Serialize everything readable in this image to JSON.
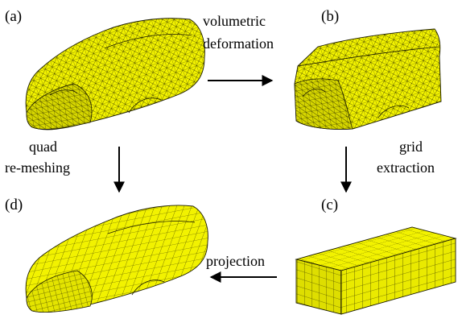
{
  "panels": {
    "a": "(a)",
    "b": "(b)",
    "c": "(c)",
    "d": "(d)"
  },
  "steps": {
    "deform_line1": "volumetric",
    "deform_line2": "deformation",
    "quad_line1": "quad",
    "quad_line2": "re-meshing",
    "grid_line1": "grid",
    "grid_line2": "extraction",
    "projection": "projection"
  },
  "colors": {
    "mesh_fill": "#f2f200",
    "mesh_fill_shade": "#c9c900",
    "mesh_line": "#1a1a00",
    "arrow": "#000000"
  }
}
